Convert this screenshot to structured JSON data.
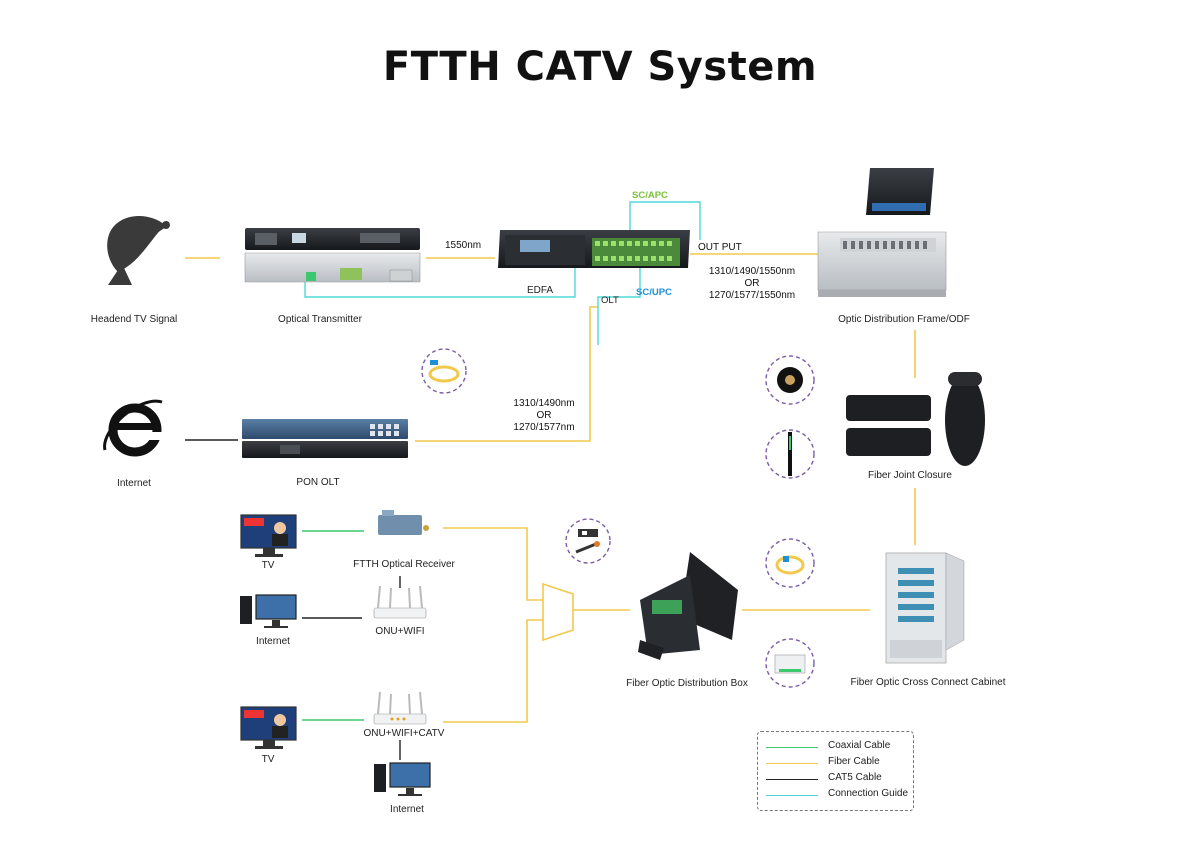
{
  "title": "FTTH CATV System",
  "devices": {
    "headend": "Headend TV Signal",
    "transmitter": "Optical Transmitter",
    "edfa": "EDFA",
    "odf": "Optic Distribution Frame/ODF",
    "internet_top": "Internet",
    "pon_olt": "PON OLT",
    "joint_closure": "Fiber Joint Closure",
    "tv1": "TV",
    "receiver": "FTTH Optical Receiver",
    "internet_mid": "Internet",
    "onu_wifi": "ONU+WIFI",
    "dist_box": "Fiber Optic Distribution Box",
    "cabinet": "Fiber Optic Cross Connect Cabinet",
    "tv2": "TV",
    "onu_wifi_catv": "ONU+WIFI+CATV",
    "internet_bottom": "Internet"
  },
  "wavelengths": {
    "tx_edfa": "1550nm",
    "out_put": "OUT PUT",
    "out_line1": "1310/1490/1550nm",
    "out_line2": "OR",
    "out_line3": "1270/1577/1550nm",
    "olt_line1": "1310/1490nm",
    "olt_line2": "OR",
    "olt_line3": "1270/1577nm"
  },
  "connectors": {
    "sc_apc": "SC/APC",
    "sc_upc": "SC/UPC",
    "olt": "OLT"
  },
  "legend": [
    {
      "label": "Coaxial Cable",
      "color": "#3cc86e"
    },
    {
      "label": "Fiber Cable",
      "color": "#f2c94c"
    },
    {
      "label": "CAT5 Cable",
      "color": "#222222"
    },
    {
      "label": "Connection Guide",
      "color": "#4dd8d8"
    }
  ],
  "colors": {
    "fiber": "#f2c94c",
    "coax": "#3cc86e",
    "cat5": "#222222",
    "guide": "#4dd8d8",
    "sc_apc": "#7cc13a",
    "sc_upc": "#1f8fd6"
  }
}
